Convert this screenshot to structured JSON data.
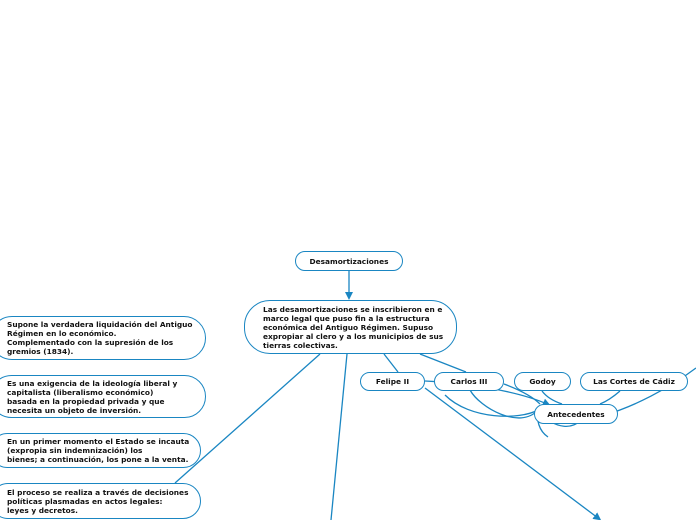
{
  "colors": {
    "line": "#1a86c2",
    "node_fill": "#ffffff",
    "text": "#111111"
  },
  "map": {
    "title": "Desamortizaciones",
    "main": "Las desamortizaciones se inscribieron en e\nmarco legal que puso fin a la estructura\neconómica del Antiguo Régimen. Supuso\nexpropiar al clero y a los municipios de sus\ntierras colectivas.",
    "left_nodes": [
      "Supone la verdadera liquidación del Antiguo\nRégimen en lo económico.\nComplementado con la supresión de los\ngremios (1834).",
      "Es una exigencia de la ideología liberal y\ncapitalista (liberalismo económico)\nbasada en la propiedad privada y que\nnecesita un objeto de inversión.",
      "En un primer momento el Estado se incauta\n(expropia sin indemnización) los\nbienes; a continuación, los pone a la venta.",
      "El proceso se realiza a través de decisiones\npolíticas plasmadas en actos legales:\nleyes y decretos."
    ],
    "topics": [
      "Felipe II",
      "Carlos III",
      "Godoy",
      "Las Cortes de Cádiz"
    ],
    "antecedentes": "Antecedentes"
  }
}
